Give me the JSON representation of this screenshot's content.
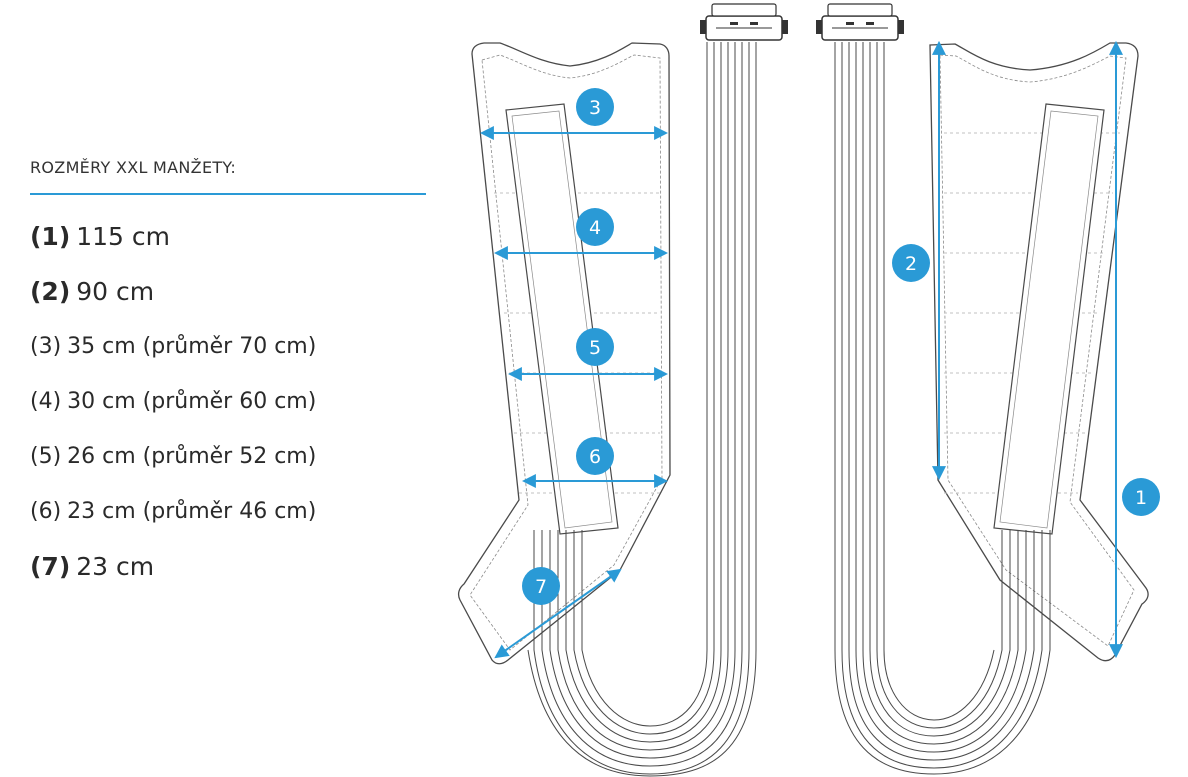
{
  "legend": {
    "title": "ROZMĚRY XXL MANŽETY:",
    "items": [
      {
        "num": "(1)",
        "text": "115 cm",
        "bold": true
      },
      {
        "num": "(2)",
        "text": "90 cm",
        "bold": true
      },
      {
        "num": "(3)",
        "text": "35 cm (průměr 70 cm)",
        "bold": false
      },
      {
        "num": "(4)",
        "text": "30 cm (průměr 60 cm)",
        "bold": false
      },
      {
        "num": "(5)",
        "text": "26 cm (průměr 52 cm)",
        "bold": false
      },
      {
        "num": "(6)",
        "text": "23 cm (průměr 46 cm)",
        "bold": false
      },
      {
        "num": "(7)",
        "text": "23 cm",
        "bold": true
      }
    ]
  },
  "markers": {
    "m1": "1",
    "m2": "2",
    "m3": "3",
    "m4": "4",
    "m5": "5",
    "m6": "6",
    "m7": "7"
  },
  "colors": {
    "accent": "#2a9ad6",
    "outline": "#4a4a4a"
  }
}
